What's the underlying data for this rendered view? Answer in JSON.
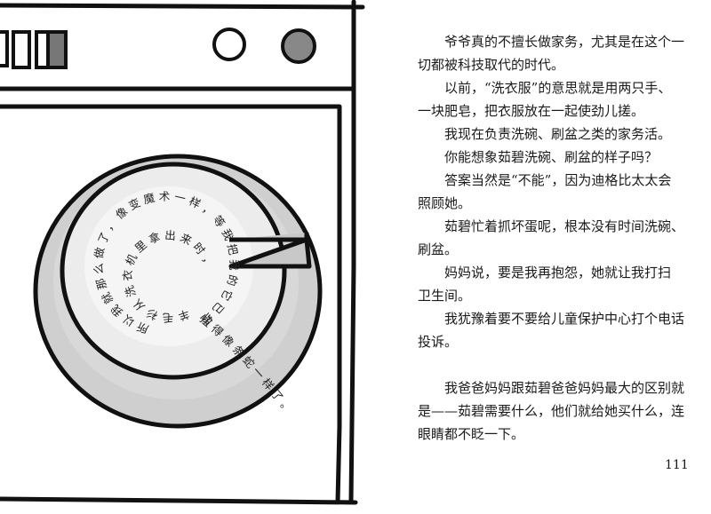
{
  "illustration": {
    "spiral_text": {
      "outer": "所以我就那么做了，像变魔术一样，等我把我的它已经扭得像条蛇一样了。",
      "inner": "羊毛衫从洗衣机里拿出来时，"
    }
  },
  "body": {
    "paragraphs": [
      {
        "lines": [
          "爷爷真的不擅长做家务，尤其是在这个一",
          "切都被科技取代的时代。"
        ]
      },
      {
        "lines": [
          "以前，“洗衣服”的意思就是用两只手、",
          "一块肥皂，把衣服放在一起使劲儿搓。"
        ]
      },
      {
        "lines": [
          "我现在负责洗碗、刷盆之类的家务活。"
        ]
      },
      {
        "lines": [
          "你能想象茹碧洗碗、刷盆的样子吗？"
        ]
      },
      {
        "lines": [
          "答案当然是“不能”，因为迪格比太太会",
          "照顾她。"
        ]
      },
      {
        "lines": [
          "茹碧忙着抓坏蛋呢，根本没有时间洗碗、",
          "刷盆。"
        ]
      },
      {
        "lines": [
          "妈妈说，要是我再抱怨，她就让我打扫",
          "卫生间。"
        ]
      },
      {
        "lines": [
          "我犹豫着要不要给儿童保护中心打个电话",
          "投诉。"
        ]
      },
      {
        "lines": [
          "我爸爸妈妈跟茹碧爸爸妈妈最大的区别就",
          "是——茹碧需要什么，他们就给她买什么，连",
          "眼睛都不眨一下。"
        ],
        "gap_before": true
      }
    ]
  },
  "page_number": "111"
}
